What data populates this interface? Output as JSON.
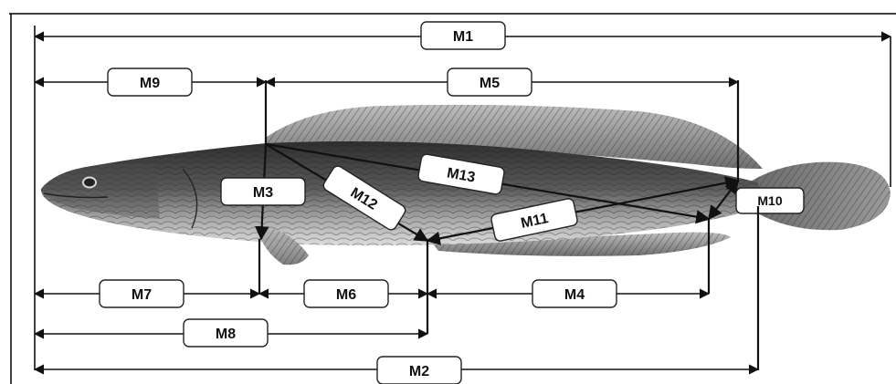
{
  "labels": {
    "m1": "M1",
    "m2": "M2",
    "m3": "M3",
    "m4": "M4",
    "m5": "M5",
    "m6": "M6",
    "m7": "M7",
    "m8": "M8",
    "m9": "M9",
    "m10": "M10",
    "m11": "M11",
    "m12": "M12",
    "m13": "M13"
  },
  "colors": {
    "line": "#111111",
    "fish_dark": "#3a3a3a",
    "fish_light": "#cfcfcf",
    "background": "#ffffff"
  }
}
